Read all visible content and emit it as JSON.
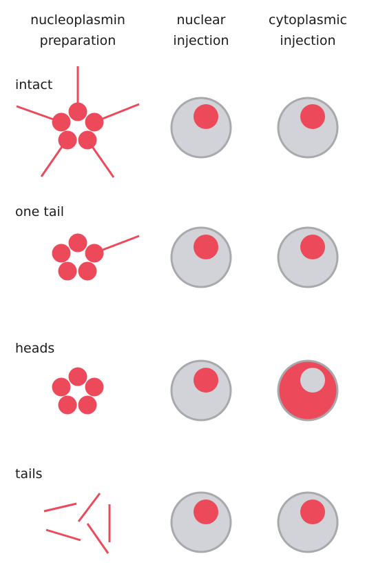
{
  "headers": {
    "col1": [
      "nucleoplasmin",
      "preparation"
    ],
    "col2": [
      "nuclear",
      "injection"
    ],
    "col3": [
      "cytoplasmic",
      "injection"
    ]
  },
  "rows": [
    {
      "label": "intact",
      "nuclear_injection": "nucleus",
      "cytoplasmic_injection": "nucleus"
    },
    {
      "label": "one tail",
      "nuclear_injection": "nucleus",
      "cytoplasmic_injection": "nucleus"
    },
    {
      "label": "heads",
      "nuclear_injection": "nucleus",
      "cytoplasmic_injection": "cytoplasm"
    },
    {
      "label": "tails",
      "nuclear_injection": "nucleus",
      "cytoplasmic_injection": "nucleus"
    }
  ],
  "colors": {
    "protein": "#ec4a5a",
    "cell_fill": "#d1d3d9",
    "cell_stroke": "#a7a9ad",
    "nucleus_empty": "#d1d3d9"
  }
}
